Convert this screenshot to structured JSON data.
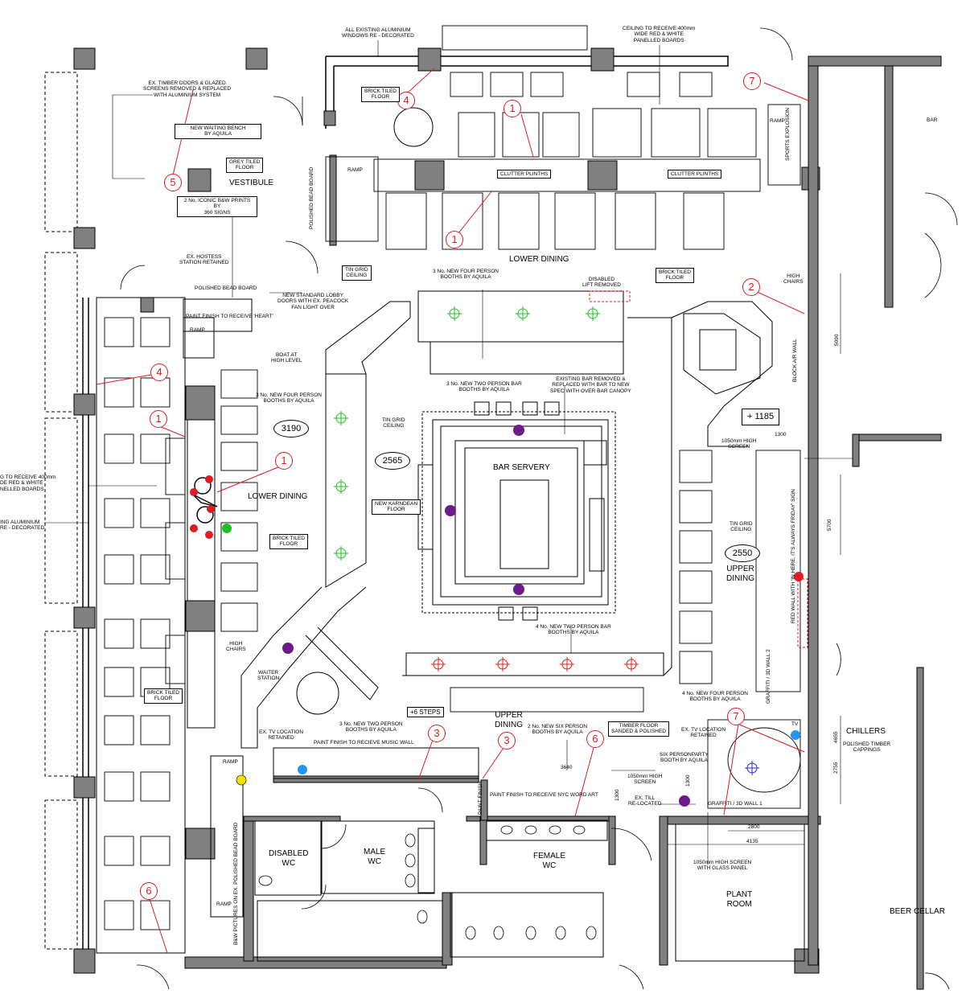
{
  "rooms": {
    "vestibule": "VESTIBULE",
    "lower_dining_left": "LOWER DINING",
    "lower_dining_top": "LOWER DINING",
    "bar_servery": "BAR SERVERY",
    "upper_dining_mid": "UPPER\nDINING",
    "upper_dining_right": "UPPER\nDINING",
    "disabled_wc": "DISABLED\nWC",
    "male_wc": "MALE\nWC",
    "female_wc": "FEMALE\nWC",
    "plant_room": "PLANT\nROOM",
    "beer_cellar": "BEER CELLAR",
    "chillers": "CHILLERS",
    "bar_right": "BAR",
    "waiter_station": "WAITER\nSTATION",
    "steps": "+6 STEPS"
  },
  "ceiling_heights": {
    "h3190": "3190",
    "h2565": "2565",
    "h2550": "2550",
    "h1185": "+ 1185"
  },
  "callout_numbers": {
    "c1a": "1",
    "c1b": "1",
    "c1c": "1",
    "c1d": "1",
    "c2": "2",
    "c3a": "3",
    "c3b": "3",
    "c4a": "4",
    "c4b": "4",
    "c5": "5",
    "c6a": "6",
    "c6b": "6",
    "c7a": "7",
    "c7b": "7"
  },
  "notes": {
    "aluminium_windows": "ALL EXISTING ALUMINIUM\nWINDOWS RE - DECORATED",
    "ceiling_boards": "CEILING TO RECEIVE 400mm\nWIDE RED & WHITE\nPANELLED BOARDS",
    "timber_doors": "EX. TIMBER DOORS & GLAZED\nSCREENS REMOVED & REPLACED\nWITH ALUMINIUM SYSTEM",
    "waiting_bench": "NEW WAITING BENCH\nBY AQUILA",
    "grey_tiled": "GREY TILED\nFLOOR",
    "brick_tiled_top": "BRICK TILED\nFLOOR",
    "clutter_1": "CLUTTER PLINTHS",
    "clutter_2": "CLUTTER PLINTHS",
    "ramp_top": "RAMP",
    "ramp_right": "RAMP",
    "iconic_prints": "2 No. ICONIC B&W PRINTS BY\n360 SIGNS",
    "polished_board_v": "POLISHED BEAD BOARD",
    "hostess": "EX. HOSTESS\nSTATION RETAINED",
    "polished_bead": "POLISHED BEAD BOARD",
    "paint_heart": "PAINT FINISH TO RECEIVE 'HEART'",
    "lobby_doors": "NEW STANDARD LOBBY\nDOORS WITH EX. PEACOCK\nFAN LIGHT OVER",
    "tin_grid_1": "TIN GRID\nCEILING",
    "four_person_top": "3 No. NEW FOUR PERSON\nBOOTHS BY AQUILA",
    "disabled_lift": "DISABLED\nLIFT REMOVED",
    "brick_tiled_2": "BRICK TILED\nFLOOR",
    "high_chairs_top": "HIGH\nCHAIRS",
    "ramp_left": "RAMP",
    "boat": "BOAT AT\nHIGH LEVEL",
    "two_person_bar": "3 No. NEW TWO PERSON BAR\nBOOTHS BY AQUILA",
    "existing_bar": "EXISTING BAR REMOVED &\nREPLACED WITH BAR TO NEW\nSPEC WITH OVER BAR CANOPY",
    "four_person_left": "3 No. NEW FOUR PERSON\nBOOTHS BY AQUILA",
    "tin_grid_2": "TIN GRID\nCEILING",
    "ceiling_left": "G TO RECEIVE 400mm\nDE RED & WHITE\nNELLED BOARDS",
    "aluminium_left": "ING ALUMINIUM\nRE - DECORATED",
    "karndean": "NEW KARNDEAN\nFLOOR",
    "brick_tiled_3": "BRICK TILED\nFLOOR",
    "high_screen_1": "1050mm HIGH\nSCREEN",
    "tin_grid_3": "TIN GRID\nCEILING",
    "high_chairs_2": "HIGH\nCHAIRS",
    "two_person_bar_2": "4 No. NEW TWO PERSON BAR\nBOOTHS BY AQUILA",
    "brick_tiled_4": "BRICK TILED\nFLOOR",
    "four_person_right": "4 No. NEW FOUR PERSON\nBOOTHS BY AQUILA",
    "tv_retained_1": "EX. TV LOCATION\nRETAINED",
    "two_person_3": "3 No. NEW TWO PERSON\nBOOTHS BY AQUILA",
    "six_person": "2 No. NEW SIX PERSON\nBOOTHS BY AQUILA",
    "timber_floor": "TIMBER FLOOR\nSANDED & POLISHED",
    "tv_retained_2": "EX. TV LOCATION\nRETAINED",
    "timber_cappings": "POLISHED TIMBER\nCAPPINGS",
    "music_wall": "PAINT FINISH TO RECIEVE MUSIC WALL",
    "ramp_bottom": "RAMP",
    "nyc_word_art": "PAINT FINISH TO RECEIVE NYC WORD ART",
    "party_booth": "SIX PERSONPARTY\nBOOTH BY AQUILA",
    "tv_label": "TV",
    "high_screen_2": "1050mm HIGH\nSCREEN",
    "ex_till": "EX. TILL\nRE-LOCATED",
    "graffiti_1": "GRAFFITI / 3D WALL 1",
    "glass_screen": "1050mm HIGH SCREEN\nWITH GLASS PANEL",
    "ramp_bottom2": "RAMP",
    "bw_pictures": "B&W PICTURES ON EX. POLISHED BEAD BOARD",
    "paint_finish": "PAINT FINISH",
    "block_wall": "BLOCK A/R WALL",
    "sports_exit": "SPORTS EXPLOSION",
    "graffiti_2": "GRAFFITI / 3D WALL 2",
    "red_wall": "RED WALL WITH 'IN HERE, IT'S ALWAYS FRIDAY' SIGN"
  },
  "dimensions": {
    "d5090": "5090",
    "d1300a": "1300",
    "d5700": "5700",
    "d4655": "4655",
    "d2755": "2755",
    "d3640": "3640",
    "d1300b": "1300",
    "d1300c": "1300",
    "d2800": "2800",
    "d4135": "4135"
  },
  "colors": {
    "red": "#e01b24",
    "green": "#1fc11f",
    "purple": "#6d1a8a",
    "blue": "#2196f3",
    "yellow": "#f5e100",
    "wall": "#808080",
    "column": "#808080"
  }
}
